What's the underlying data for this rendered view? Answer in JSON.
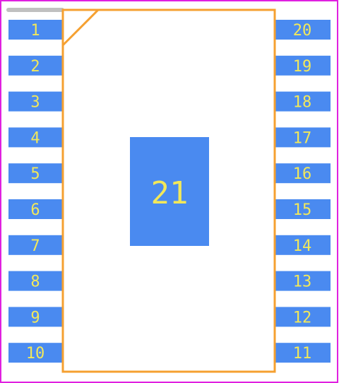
{
  "footprint": {
    "colors": {
      "background": "#ffffff",
      "frame": "#e020e0",
      "outline": "#f5a030",
      "pad": "#4a8af0",
      "label": "#f2e85a",
      "indicator": "#c0c0c0"
    },
    "center_pad": {
      "label": "21"
    },
    "left_pins": [
      {
        "label": "1"
      },
      {
        "label": "2"
      },
      {
        "label": "3"
      },
      {
        "label": "4"
      },
      {
        "label": "5"
      },
      {
        "label": "6"
      },
      {
        "label": "7"
      },
      {
        "label": "8"
      },
      {
        "label": "9"
      },
      {
        "label": "10"
      }
    ],
    "right_pins": [
      {
        "label": "20"
      },
      {
        "label": "19"
      },
      {
        "label": "18"
      },
      {
        "label": "17"
      },
      {
        "label": "16"
      },
      {
        "label": "15"
      },
      {
        "label": "14"
      },
      {
        "label": "13"
      },
      {
        "label": "12"
      },
      {
        "label": "11"
      }
    ]
  }
}
